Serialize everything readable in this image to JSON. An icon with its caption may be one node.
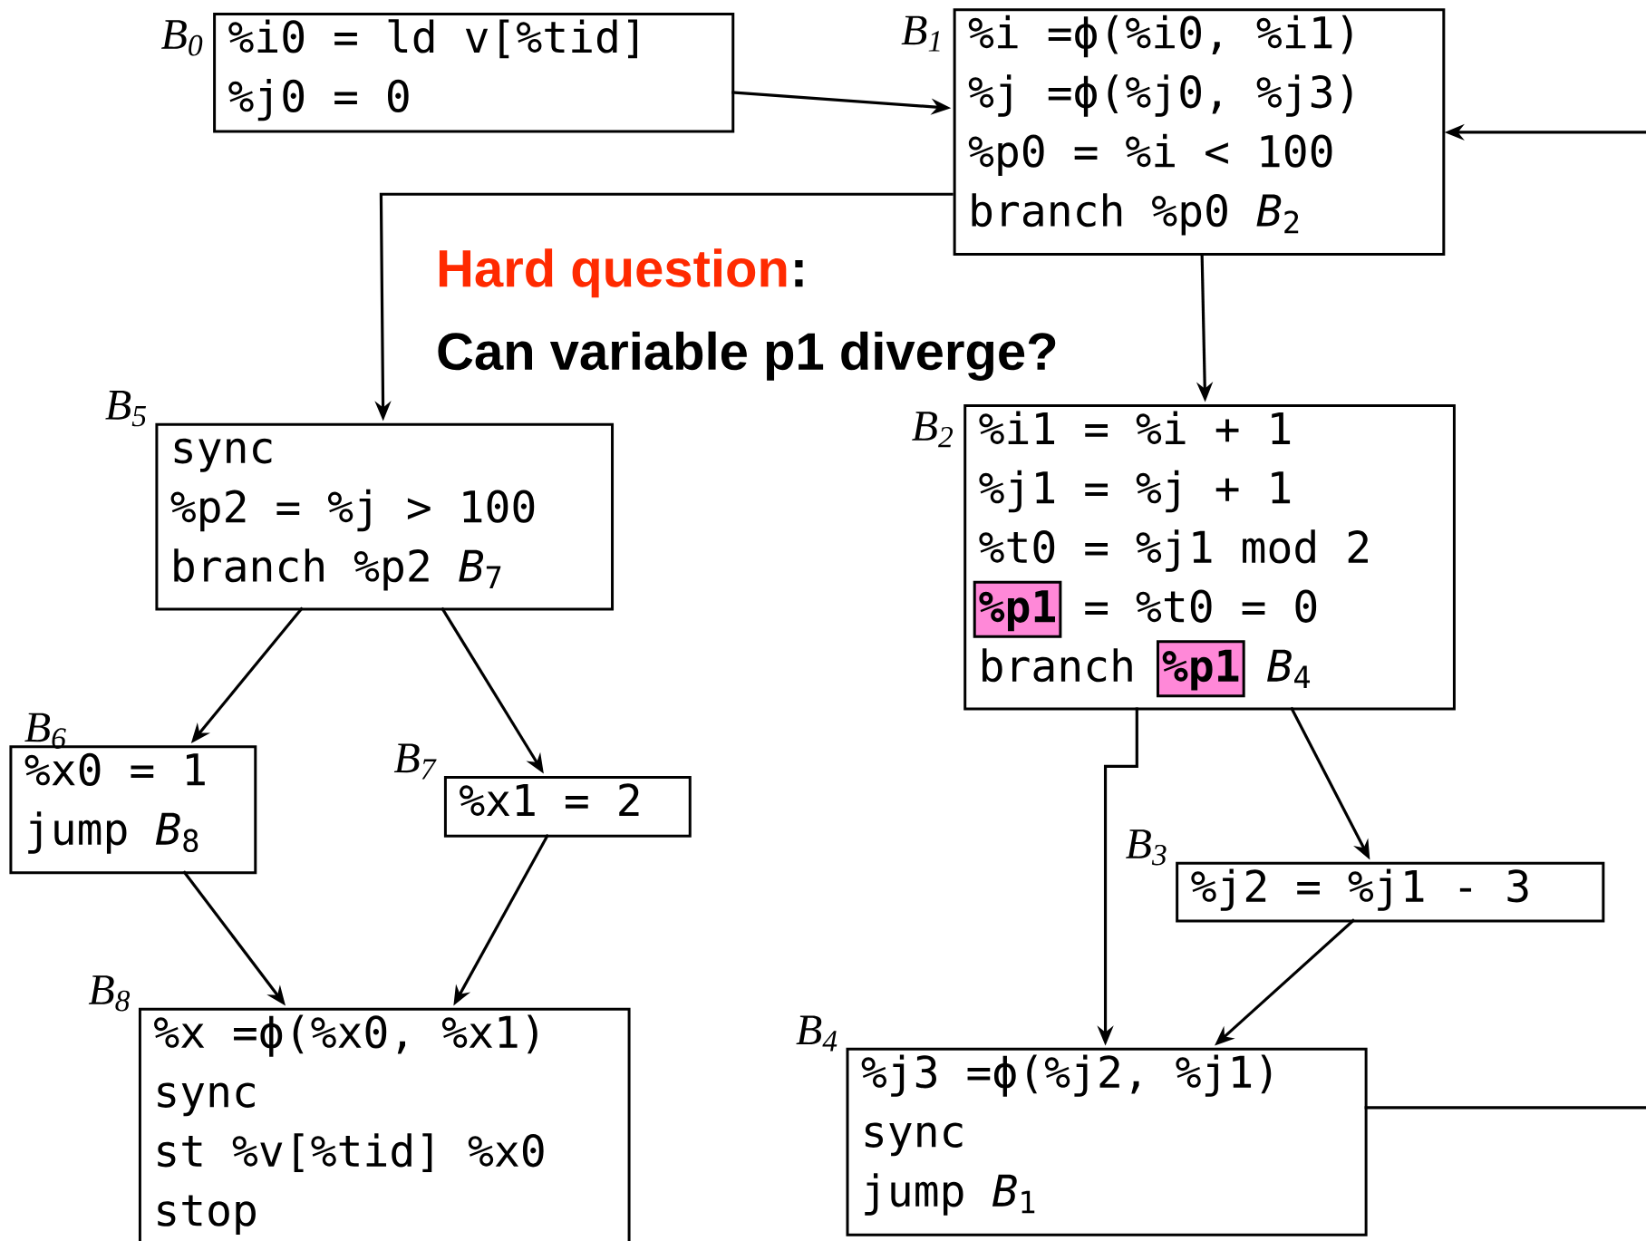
{
  "diagram": {
    "nodes": [
      {
        "text": [
          "%i0 = ld v[%tid]",
          "%j0 = 0"
        ],
        "beside": [
          "B$_{0}$"
        ]
      },
      {
        "text": [
          "%i =ϕ(%i0, %i1)",
          "%j =ϕ(%j0, %j3)",
          "%p0 = %i < 100",
          "branch %p0 *B*$_{2}$"
        ],
        "beside": [
          "B$_{1}$"
        ]
      },
      {
        "text": [
          "sync",
          "%p2 = %j > 100",
          "branch %p2 *B*$_{7}$"
        ],
        "beside": [
          "B$_{5}$"
        ]
      },
      {
        "text": [
          "%i1 = %i + 1",
          "%j1 = %j + 1",
          "%t0 = %j1 mod 2",
          "**%p1** = %t0 = 0",
          "branch **%p1** *B*$_{4}$"
        ],
        "beside": [
          "B$_{2}$"
        ]
      },
      {
        "text": [
          "%x0 = 1",
          "jump *B*$_{8}$"
        ],
        "beside": [
          "B$_{6}$"
        ]
      },
      {
        "text": [
          "%x1 = 2"
        ],
        "beside": [
          "B$_{7}$"
        ]
      },
      {
        "text": [
          "%j2 = %j1 - 3"
        ],
        "beside": [
          "B$_{3}$"
        ]
      },
      {
        "text": [
          "%x =ϕ(%x0, %x1)",
          "sync",
          "st %v[%tid] %x0",
          "stop"
        ],
        "beside": [
          "B$_{8}$"
        ]
      },
      {
        "text": [
          "%j3 =ϕ(%j2, %j1)",
          "sync",
          "jump *B*$_{1}$"
        ],
        "beside": [
          "B$_{4}$"
        ]
      }
    ],
    "edges": [
      {
        "from": 0,
        "to": 1,
        "arrow": "to"
      },
      {
        "from": 1,
        "to": 2,
        "arrow": "to"
      },
      {
        "from": 1,
        "to": 3,
        "arrow": "to"
      },
      {
        "from": 2,
        "to": 4,
        "arrow": "to"
      },
      {
        "from": 2,
        "to": 5,
        "arrow": "to"
      },
      {
        "from": 4,
        "to": 7,
        "arrow": "to"
      },
      {
        "from": 5,
        "to": 7,
        "arrow": "to"
      },
      {
        "from": 3,
        "to": 8,
        "arrow": "to"
      },
      {
        "from": 3,
        "to": 6,
        "arrow": "to"
      },
      {
        "from": 6,
        "to": 8,
        "arrow": "to"
      },
      {
        "from": 8,
        "to": 1,
        "arrow": "to"
      }
    ],
    "labels": [
      "Hard question",
      ":",
      "Can variable p1 diverge?"
    ]
  }
}
